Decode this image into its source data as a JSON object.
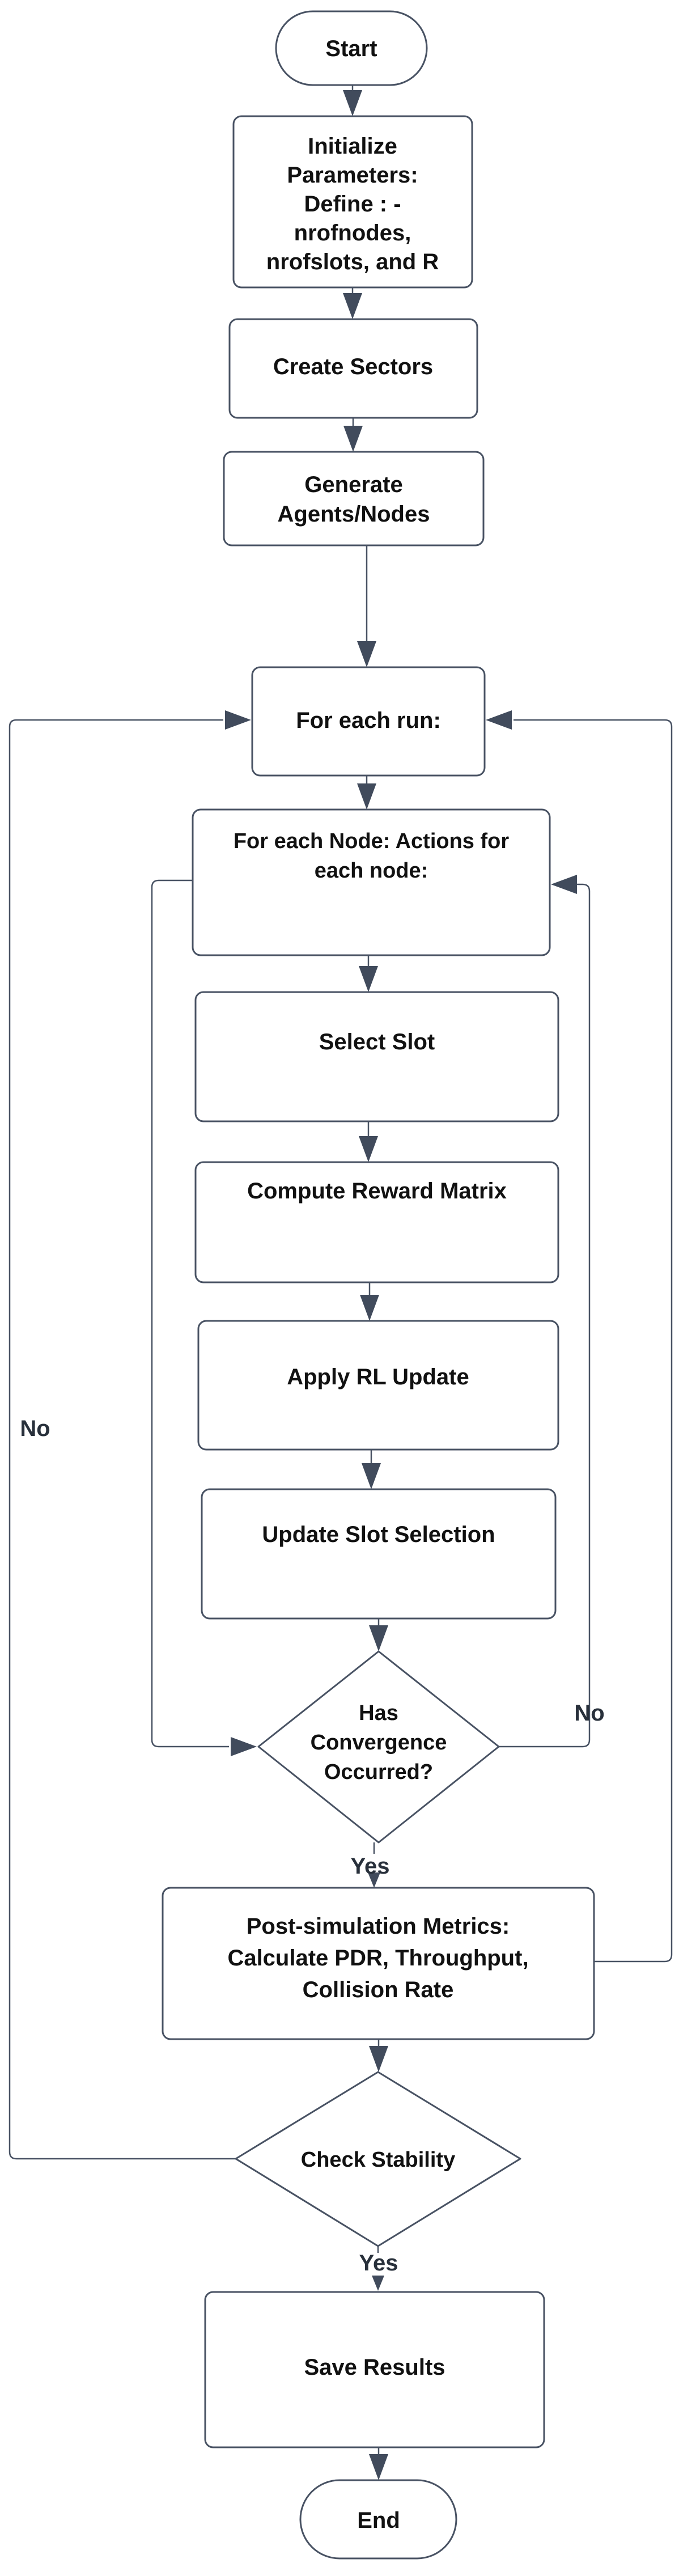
{
  "diagram": {
    "type": "flowchart",
    "background": "#ffffff",
    "stroke_color": "#485263",
    "arrow_color": "#414b5c",
    "text_color": "#111111"
  },
  "nodes": {
    "start": {
      "shape": "terminator",
      "label": "Start"
    },
    "initialize": {
      "shape": "process",
      "lines": [
        "Initialize",
        "Parameters:",
        "Define : -",
        "nrofnodes,",
        "nrofslots, and R"
      ]
    },
    "create_sectors": {
      "shape": "process",
      "label": "Create Sectors"
    },
    "generate_agents": {
      "shape": "process",
      "lines": [
        "Generate",
        "Agents/Nodes"
      ]
    },
    "for_each_run": {
      "shape": "process",
      "label": "For each run:"
    },
    "for_each_node": {
      "shape": "process",
      "lines": [
        "For each Node: Actions for",
        "each node:"
      ]
    },
    "select_slot": {
      "shape": "process",
      "label": "Select Slot"
    },
    "compute_reward": {
      "shape": "process",
      "label": "Compute Reward Matrix"
    },
    "apply_rl_update": {
      "shape": "process",
      "label": "Apply RL Update"
    },
    "update_slot_selection": {
      "shape": "process",
      "label": "Update Slot Selection"
    },
    "convergence_decision": {
      "shape": "decision",
      "lines": [
        "Has",
        "Convergence",
        "Occurred?"
      ]
    },
    "post_simulation": {
      "shape": "process",
      "lines": [
        "Post-simulation Metrics:",
        "Calculate PDR, Throughput,",
        "Collision Rate"
      ]
    },
    "check_stability": {
      "shape": "decision",
      "label": "Check Stability"
    },
    "save_results": {
      "shape": "process",
      "label": "Save Results"
    },
    "end": {
      "shape": "terminator",
      "label": "End"
    }
  },
  "edge_labels": {
    "convergence_yes": "Yes",
    "convergence_no": "No",
    "stability_yes": "Yes",
    "stability_no": "No"
  }
}
